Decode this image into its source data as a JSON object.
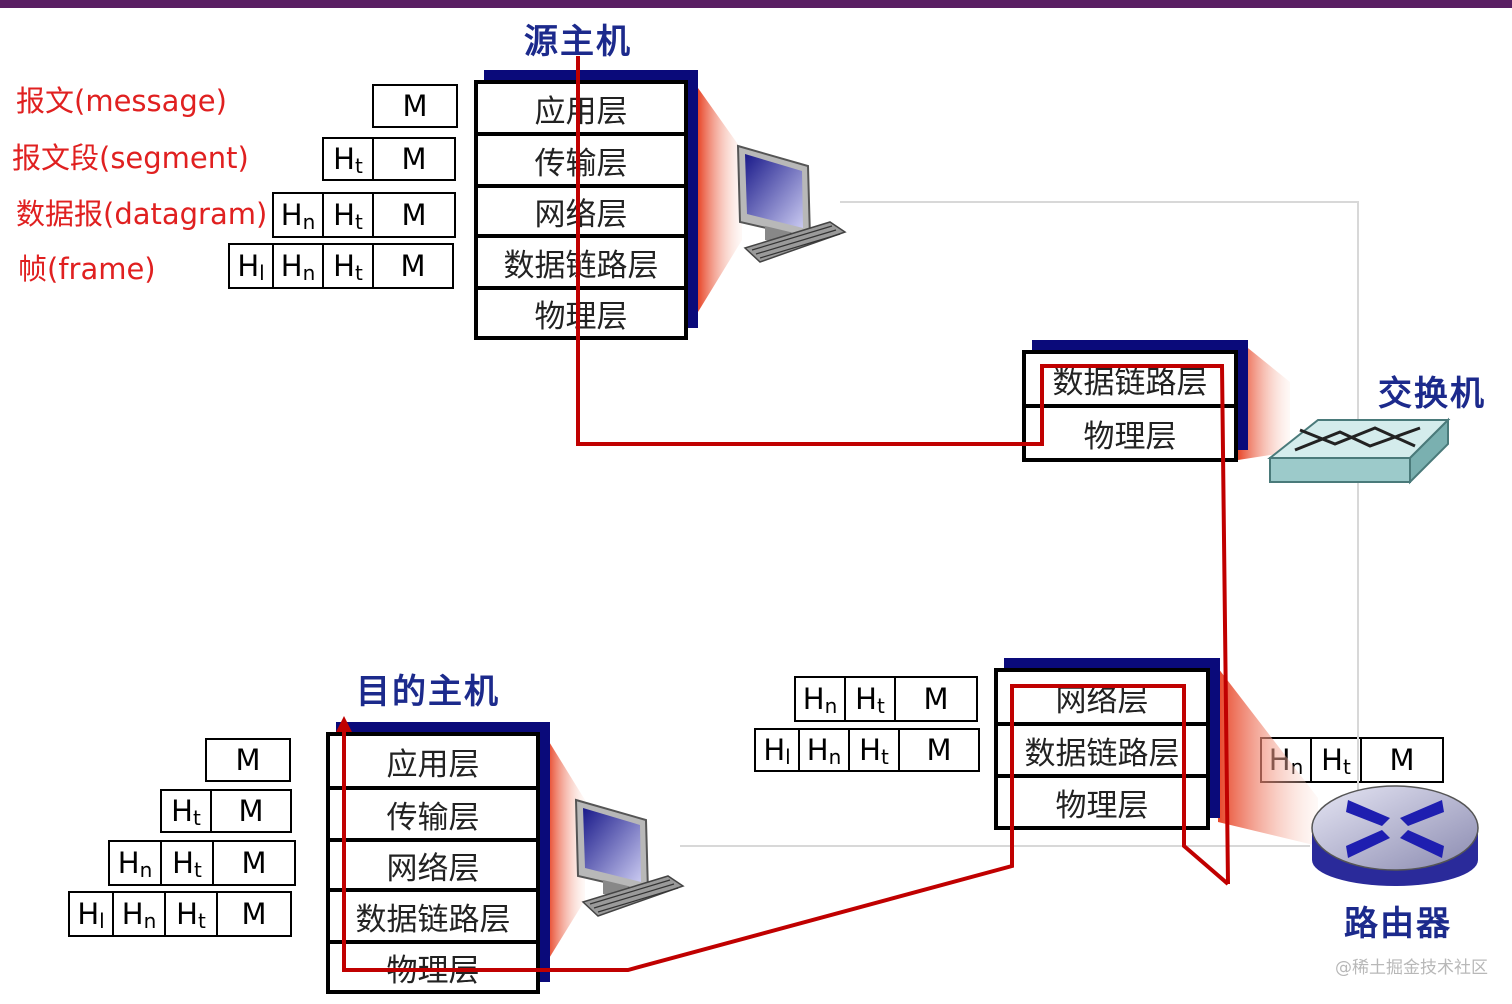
{
  "titles": {
    "source": "源主机",
    "dest": "目的主机",
    "switch": "交换机",
    "router": "路由器"
  },
  "source_stack": [
    "应用层",
    "传输层",
    "网络层",
    "数据链路层",
    "物理层"
  ],
  "dest_stack": [
    "应用层",
    "传输层",
    "网络层",
    "数据链路层",
    "物理层"
  ],
  "switch_stack": [
    "数据链路层",
    "物理层"
  ],
  "router_stack": [
    "网络层",
    "数据链路层",
    "物理层"
  ],
  "pdu_names": [
    "报文(message)",
    "报文段(segment)",
    "数据报(datagram)",
    "帧(frame)"
  ],
  "headers": {
    "m": "M",
    "h": "H",
    "t": "t",
    "n": "n",
    "l": "l"
  },
  "watermark": "@稀土掘金技术社区",
  "colors": {
    "accent": "#c00000",
    "title": "#1c2a8c",
    "shadow": "#0a0a7a",
    "pdu_label": "#e02020"
  }
}
